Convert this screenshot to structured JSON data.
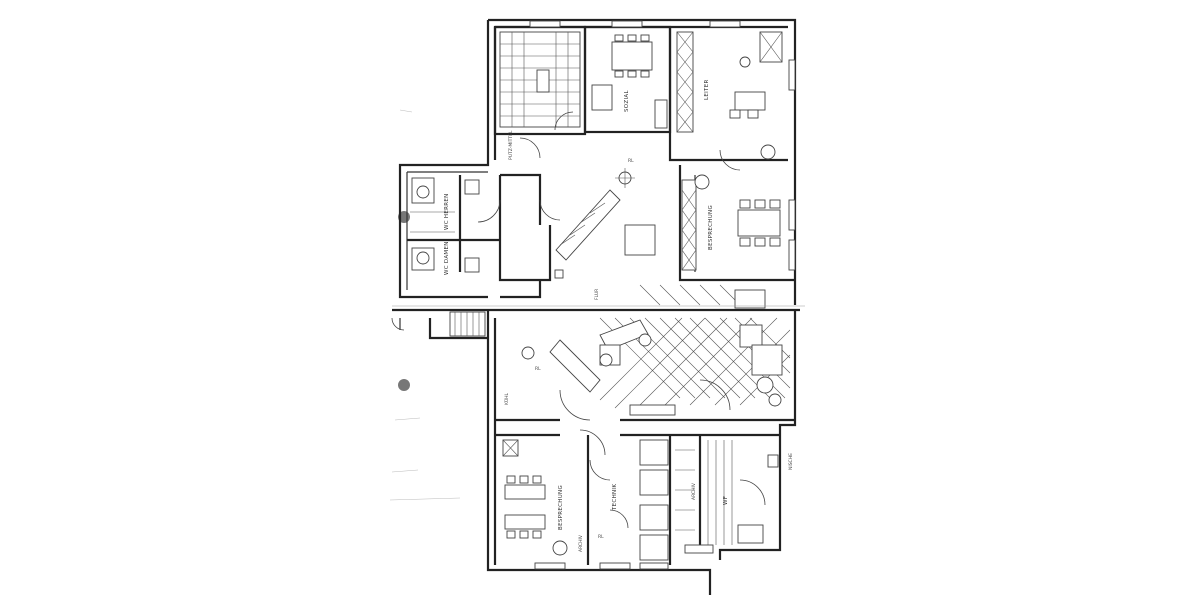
{
  "rooms": {
    "sozial": "SOZIAL",
    "leiter": "LEITER",
    "putz": "PUTZ-MITTEL",
    "wc_herren": "WC HERREN",
    "wc_damen": "WC DAMEN",
    "besprechung_top": "BESPRECHUNG",
    "besprechung_bottom": "BESPRECHUNG",
    "technik": "TECHNIK",
    "archiv": "ARCHIV",
    "wf": "WF",
    "archiv2": "ARCHIV",
    "kuehl": "KÜHL",
    "flur": "FLUR"
  },
  "marks": {
    "rl_top": "RL",
    "rl_mid": "RL",
    "rl_bottom": "RL",
    "nische": "NISCHE"
  }
}
